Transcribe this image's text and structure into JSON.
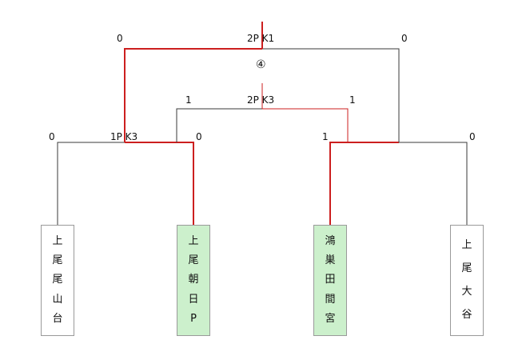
{
  "colors": {
    "winner_line": "#cc1f1f",
    "loser_line": "#3a3a3a",
    "winner_fill": "#ccf0cc",
    "box_border": "#9a9a9a"
  },
  "teams": [
    {
      "name": "上尾尾山台",
      "chars": [
        "上",
        "尾",
        "尾",
        "山",
        "台"
      ],
      "winner": false
    },
    {
      "name": "上尾朝日P",
      "chars": [
        "上",
        "尾",
        "朝",
        "日",
        "P"
      ],
      "winner": true
    },
    {
      "name": "鴻巣田間宮",
      "chars": [
        "鴻",
        "巣",
        "田",
        "間",
        "宮"
      ],
      "winner": true
    },
    {
      "name": "上尾大谷",
      "chars": [
        "上",
        "尾",
        "大",
        "谷"
      ],
      "winner": false
    }
  ],
  "matches": {
    "semi_left": {
      "left_score": "0",
      "result": "1P K3",
      "right_score": "0"
    },
    "semi_right": {
      "left_score": "1",
      "right_score": "0"
    },
    "third_place": {
      "left_score": "1",
      "result": "2P K3",
      "right_score": "1"
    },
    "final": {
      "left_score": "0",
      "result": "2P K1",
      "right_score": "0",
      "marker": "④"
    }
  }
}
